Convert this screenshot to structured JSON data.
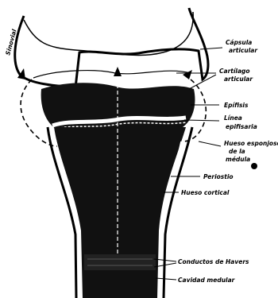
{
  "labels": {
    "capsula": [
      "Cápsula",
      "articular"
    ],
    "cartilago": [
      "Cartílago",
      "articular"
    ],
    "epifisis": [
      "Epífisis"
    ],
    "linea": [
      "Línea",
      "epifisaria"
    ],
    "hueso_esponjoso": [
      "Hueso esponjoso",
      "de la",
      "médula"
    ],
    "periostio": [
      "Periostio"
    ],
    "hueso_cortical": [
      "Hueso cortical"
    ],
    "conductos": [
      "Conductos de Havers"
    ],
    "cavidad": [
      "Cavidad medular"
    ],
    "left_vertical": "Sinovial"
  },
  "colors": {
    "ink": "#000000",
    "paper": "#ffffff"
  }
}
